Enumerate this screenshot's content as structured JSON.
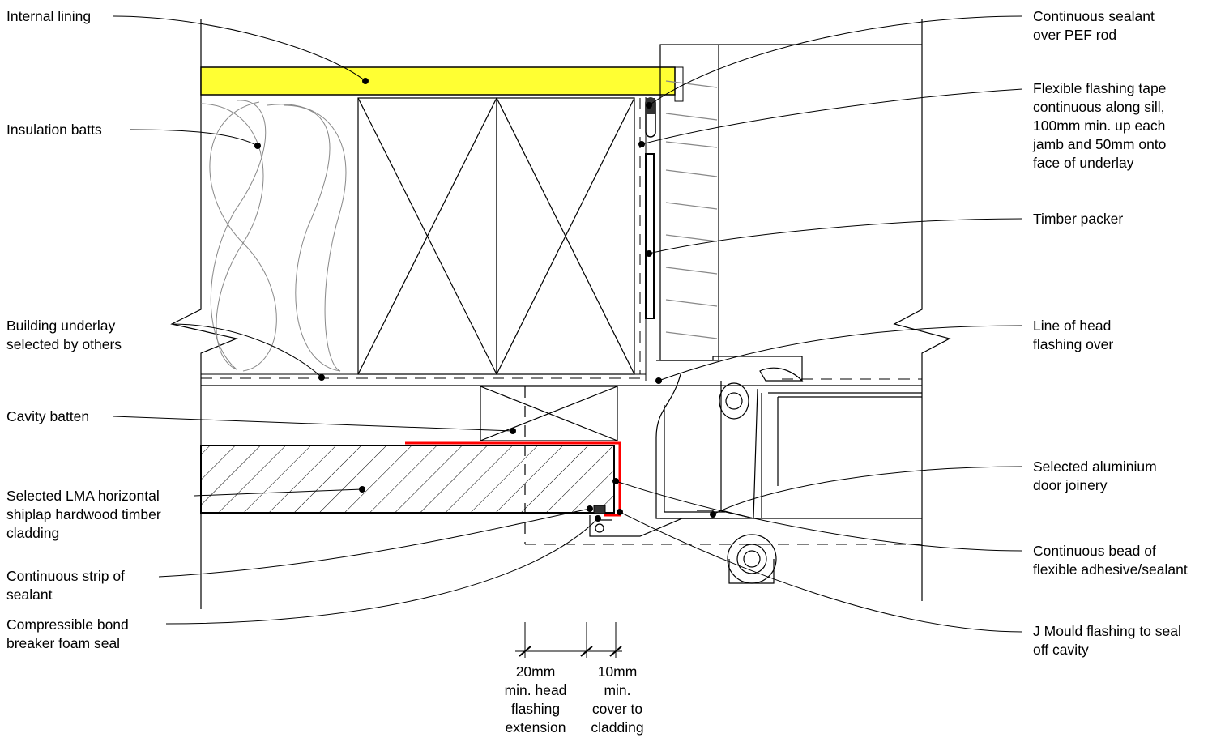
{
  "colors": {
    "lining": "#ffff33",
    "flashing_tape": "#ff0000",
    "line": "#000000",
    "fine_line": "#888888"
  },
  "labels": {
    "internal_lining": "Internal lining",
    "insulation_batts": "Insulation batts",
    "building_underlay": "Building underlay\nselected by others",
    "cavity_batten": "Cavity batten",
    "cladding": "Selected LMA horizontal\nshiplap hardwood timber\ncladding",
    "sealant_strip": "Continuous strip of\nsealant",
    "foam_seal": "Compressible bond\nbreaker foam seal",
    "continuous_sealant": "Continuous sealant\nover PEF rod",
    "flashing_tape": "Flexible flashing tape\ncontinuous along sill,\n100mm min. up each\njamb and 50mm onto\nface of underlay",
    "timber_packer": "Timber packer",
    "head_flashing": "Line of head\nflashing over",
    "door_joinery": "Selected aluminium\ndoor joinery",
    "adhesive_bead": "Continuous bead of\nflexible adhesive/sealant",
    "j_mould": "J Mould flashing to seal\noff cavity"
  },
  "dimensions": {
    "head_extension": "20mm\nmin. head\nflashing\nextension",
    "cover": "10mm\nmin.\ncover to\ncladding"
  }
}
